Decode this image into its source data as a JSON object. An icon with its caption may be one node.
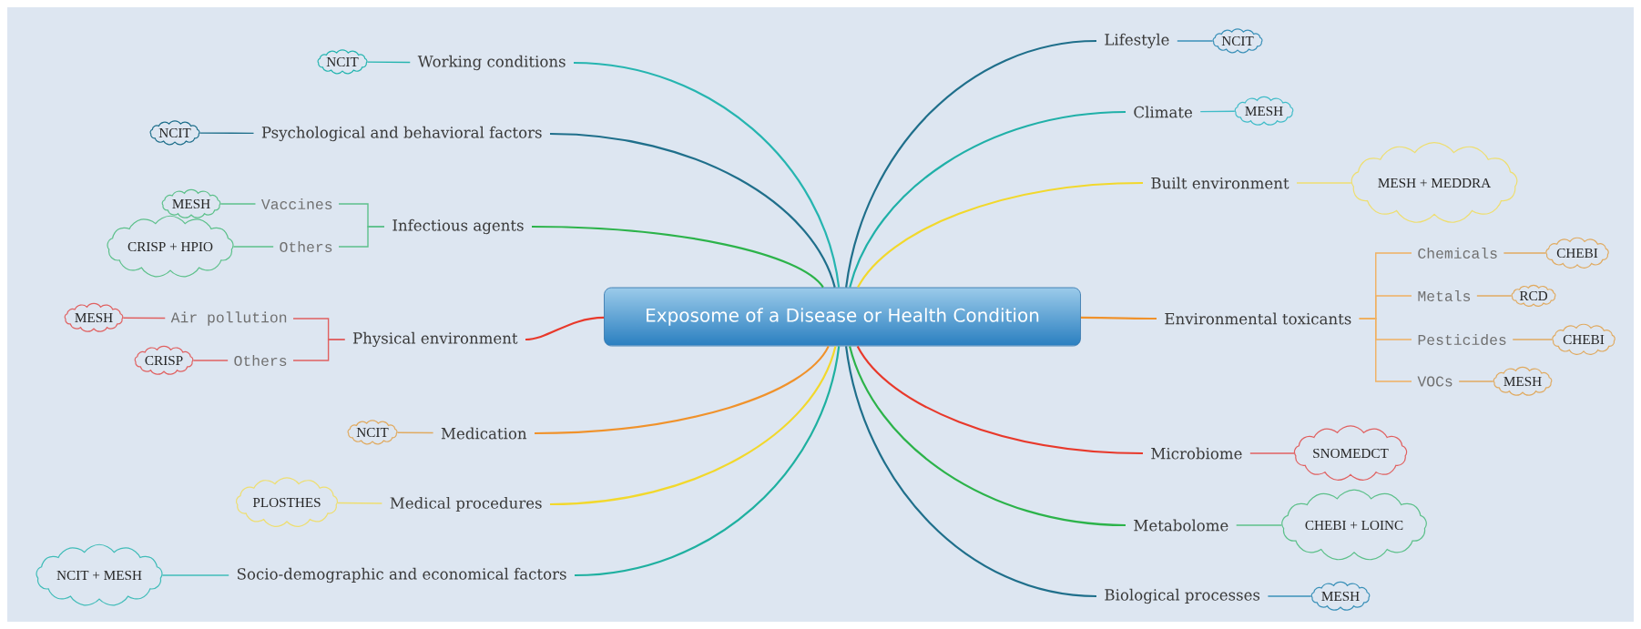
{
  "diagram": {
    "nodes": [
      {
        "text": [
          "Exposome of a Disease or Health Condition"
        ]
      },
      {
        "text": [
          "Working conditions"
        ]
      },
      {
        "text": [
          "NCIT"
        ]
      },
      {
        "text": [
          "Psychological and behavioral factors"
        ]
      },
      {
        "text": [
          "NCIT"
        ]
      },
      {
        "text": [
          "Infectious agents"
        ]
      },
      {
        "text": [
          "Vaccines"
        ]
      },
      {
        "text": [
          "MESH"
        ]
      },
      {
        "text": [
          "Others"
        ]
      },
      {
        "text": [
          "CRISP + HPIO"
        ]
      },
      {
        "text": [
          "Physical environment"
        ]
      },
      {
        "text": [
          "Air pollution"
        ]
      },
      {
        "text": [
          "MESH"
        ]
      },
      {
        "text": [
          "Others"
        ]
      },
      {
        "text": [
          "CRISP"
        ]
      },
      {
        "text": [
          "Medication"
        ]
      },
      {
        "text": [
          "NCIT"
        ]
      },
      {
        "text": [
          "Medical procedures"
        ]
      },
      {
        "text": [
          "PLOSTHES"
        ]
      },
      {
        "text": [
          "Socio-demographic and economical factors"
        ]
      },
      {
        "text": [
          "NCIT + MESH"
        ]
      },
      {
        "text": [
          "Lifestyle"
        ]
      },
      {
        "text": [
          "NCIT"
        ]
      },
      {
        "text": [
          "Climate"
        ]
      },
      {
        "text": [
          "MESH"
        ]
      },
      {
        "text": [
          "Built environment"
        ]
      },
      {
        "text": [
          "MESH + MEDDRA"
        ]
      },
      {
        "text": [
          "Environmental toxicants"
        ]
      },
      {
        "text": [
          "Chemicals"
        ]
      },
      {
        "text": [
          "CHEBI"
        ]
      },
      {
        "text": [
          "Metals"
        ]
      },
      {
        "text": [
          "RCD"
        ]
      },
      {
        "text": [
          "Pesticides"
        ]
      },
      {
        "text": [
          "CHEBI"
        ]
      },
      {
        "text": [
          "VOCs"
        ]
      },
      {
        "text": [
          "MESH"
        ]
      },
      {
        "text": [
          "Microbiome"
        ]
      },
      {
        "text": [
          "SNOMEDCT"
        ]
      },
      {
        "text": [
          "Metabolome"
        ]
      },
      {
        "text": [
          "CHEBI + LOINC"
        ]
      },
      {
        "text": [
          "Biological processes"
        ]
      },
      {
        "text": [
          "MESH"
        ]
      }
    ],
    "edges": [
      {
        "from": 0,
        "to": 1,
        "arrow": "none",
        "color": "#26b5b0"
      },
      {
        "from": 1,
        "to": 2,
        "arrow": "none",
        "color": "#26b5b0"
      },
      {
        "from": 0,
        "to": 3,
        "arrow": "none",
        "color": "#1f6f8b"
      },
      {
        "from": 3,
        "to": 4,
        "arrow": "none",
        "color": "#1f6f8b"
      },
      {
        "from": 0,
        "to": 5,
        "arrow": "none",
        "color": "#2cb34a"
      },
      {
        "from": 5,
        "to": 6,
        "arrow": "none",
        "color": "#5cc08a"
      },
      {
        "from": 6,
        "to": 7,
        "arrow": "none",
        "color": "#5cc08a"
      },
      {
        "from": 5,
        "to": 8,
        "arrow": "none",
        "color": "#5cc08a"
      },
      {
        "from": 8,
        "to": 9,
        "arrow": "none",
        "color": "#5cc08a"
      },
      {
        "from": 0,
        "to": 10,
        "arrow": "none",
        "color": "#e8392b"
      },
      {
        "from": 10,
        "to": 11,
        "arrow": "none",
        "color": "#e06060"
      },
      {
        "from": 11,
        "to": 12,
        "arrow": "none",
        "color": "#e06060"
      },
      {
        "from": 10,
        "to": 13,
        "arrow": "none",
        "color": "#e06060"
      },
      {
        "from": 13,
        "to": 14,
        "arrow": "none",
        "color": "#e06060"
      },
      {
        "from": 0,
        "to": 15,
        "arrow": "none",
        "color": "#f0922b"
      },
      {
        "from": 15,
        "to": 16,
        "arrow": "none",
        "color": "#e0aa60"
      },
      {
        "from": 0,
        "to": 17,
        "arrow": "none",
        "color": "#f2d82c"
      },
      {
        "from": 17,
        "to": 18,
        "arrow": "none",
        "color": "#eede70"
      },
      {
        "from": 0,
        "to": 19,
        "arrow": "none",
        "color": "#1fb0a0"
      },
      {
        "from": 19,
        "to": 20,
        "arrow": "none",
        "color": "#40bcb8"
      },
      {
        "from": 0,
        "to": 21,
        "arrow": "none",
        "color": "#1f6f8b"
      },
      {
        "from": 21,
        "to": 22,
        "arrow": "none",
        "color": "#3a90b8"
      },
      {
        "from": 0,
        "to": 23,
        "arrow": "none",
        "color": "#20b0a8"
      },
      {
        "from": 23,
        "to": 24,
        "arrow": "none",
        "color": "#40bcc8"
      },
      {
        "from": 0,
        "to": 25,
        "arrow": "none",
        "color": "#f2d82c"
      },
      {
        "from": 25,
        "to": 26,
        "arrow": "none",
        "color": "#eede70"
      },
      {
        "from": 0,
        "to": 27,
        "arrow": "none",
        "color": "#f0922b"
      },
      {
        "from": 27,
        "to": 28,
        "arrow": "none",
        "color": "#f0b060"
      },
      {
        "from": 28,
        "to": 29,
        "arrow": "none",
        "color": "#e0aa60"
      },
      {
        "from": 27,
        "to": 30,
        "arrow": "none",
        "color": "#f0b060"
      },
      {
        "from": 30,
        "to": 31,
        "arrow": "none",
        "color": "#e0aa60"
      },
      {
        "from": 27,
        "to": 32,
        "arrow": "none",
        "color": "#f0b060"
      },
      {
        "from": 32,
        "to": 33,
        "arrow": "none",
        "color": "#e0aa60"
      },
      {
        "from": 27,
        "to": 34,
        "arrow": "none",
        "color": "#f0b060"
      },
      {
        "from": 34,
        "to": 35,
        "arrow": "none",
        "color": "#e0aa60"
      },
      {
        "from": 0,
        "to": 36,
        "arrow": "none",
        "color": "#e8392b"
      },
      {
        "from": 36,
        "to": 37,
        "arrow": "none",
        "color": "#e06060"
      },
      {
        "from": 0,
        "to": 38,
        "arrow": "none",
        "color": "#2cb34a"
      },
      {
        "from": 38,
        "to": 39,
        "arrow": "none",
        "color": "#5cc08a"
      },
      {
        "from": 0,
        "to": 40,
        "arrow": "none",
        "color": "#1f6f8b"
      },
      {
        "from": 40,
        "to": 41,
        "arrow": "none",
        "color": "#3a90b8"
      }
    ]
  }
}
